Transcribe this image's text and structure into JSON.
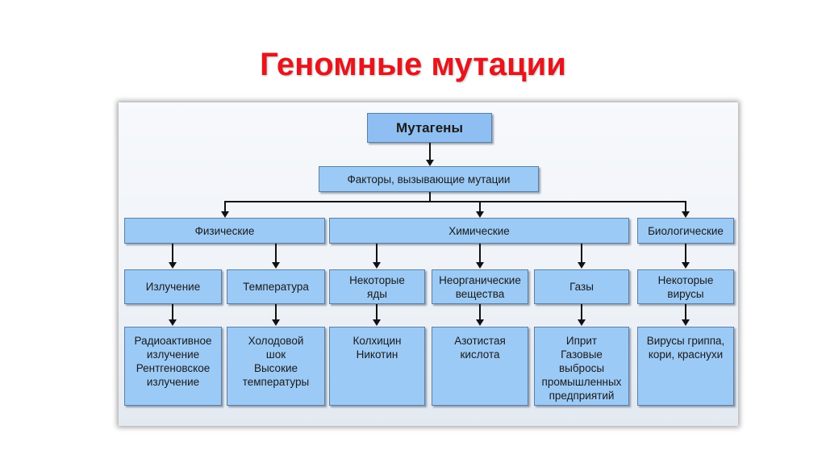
{
  "title": "Геномные мутации",
  "diagram": {
    "root": "Мутагены",
    "factors": "Факторы, вызывающие мутации",
    "categories": [
      "Физические",
      "Химические",
      "Биологические"
    ],
    "subcategories": [
      "Излучение",
      "Температура",
      "Некоторые\nяды",
      "Неорганические\nвещества",
      "Газы",
      "Некоторые\nвирусы"
    ],
    "examples": [
      "Радиоактивное\nизлучение\nРентгеновское\nизлучение",
      "Холодовой\nшок\nВысокие\nтемпературы",
      "Колхицин\nНикотин",
      "Азотистая\nкислота",
      "Иприт\nГазовые\nвыбросы\nпромышленных\nпредприятий",
      "Вирусы гриппа,\nкори, краснухи"
    ]
  }
}
